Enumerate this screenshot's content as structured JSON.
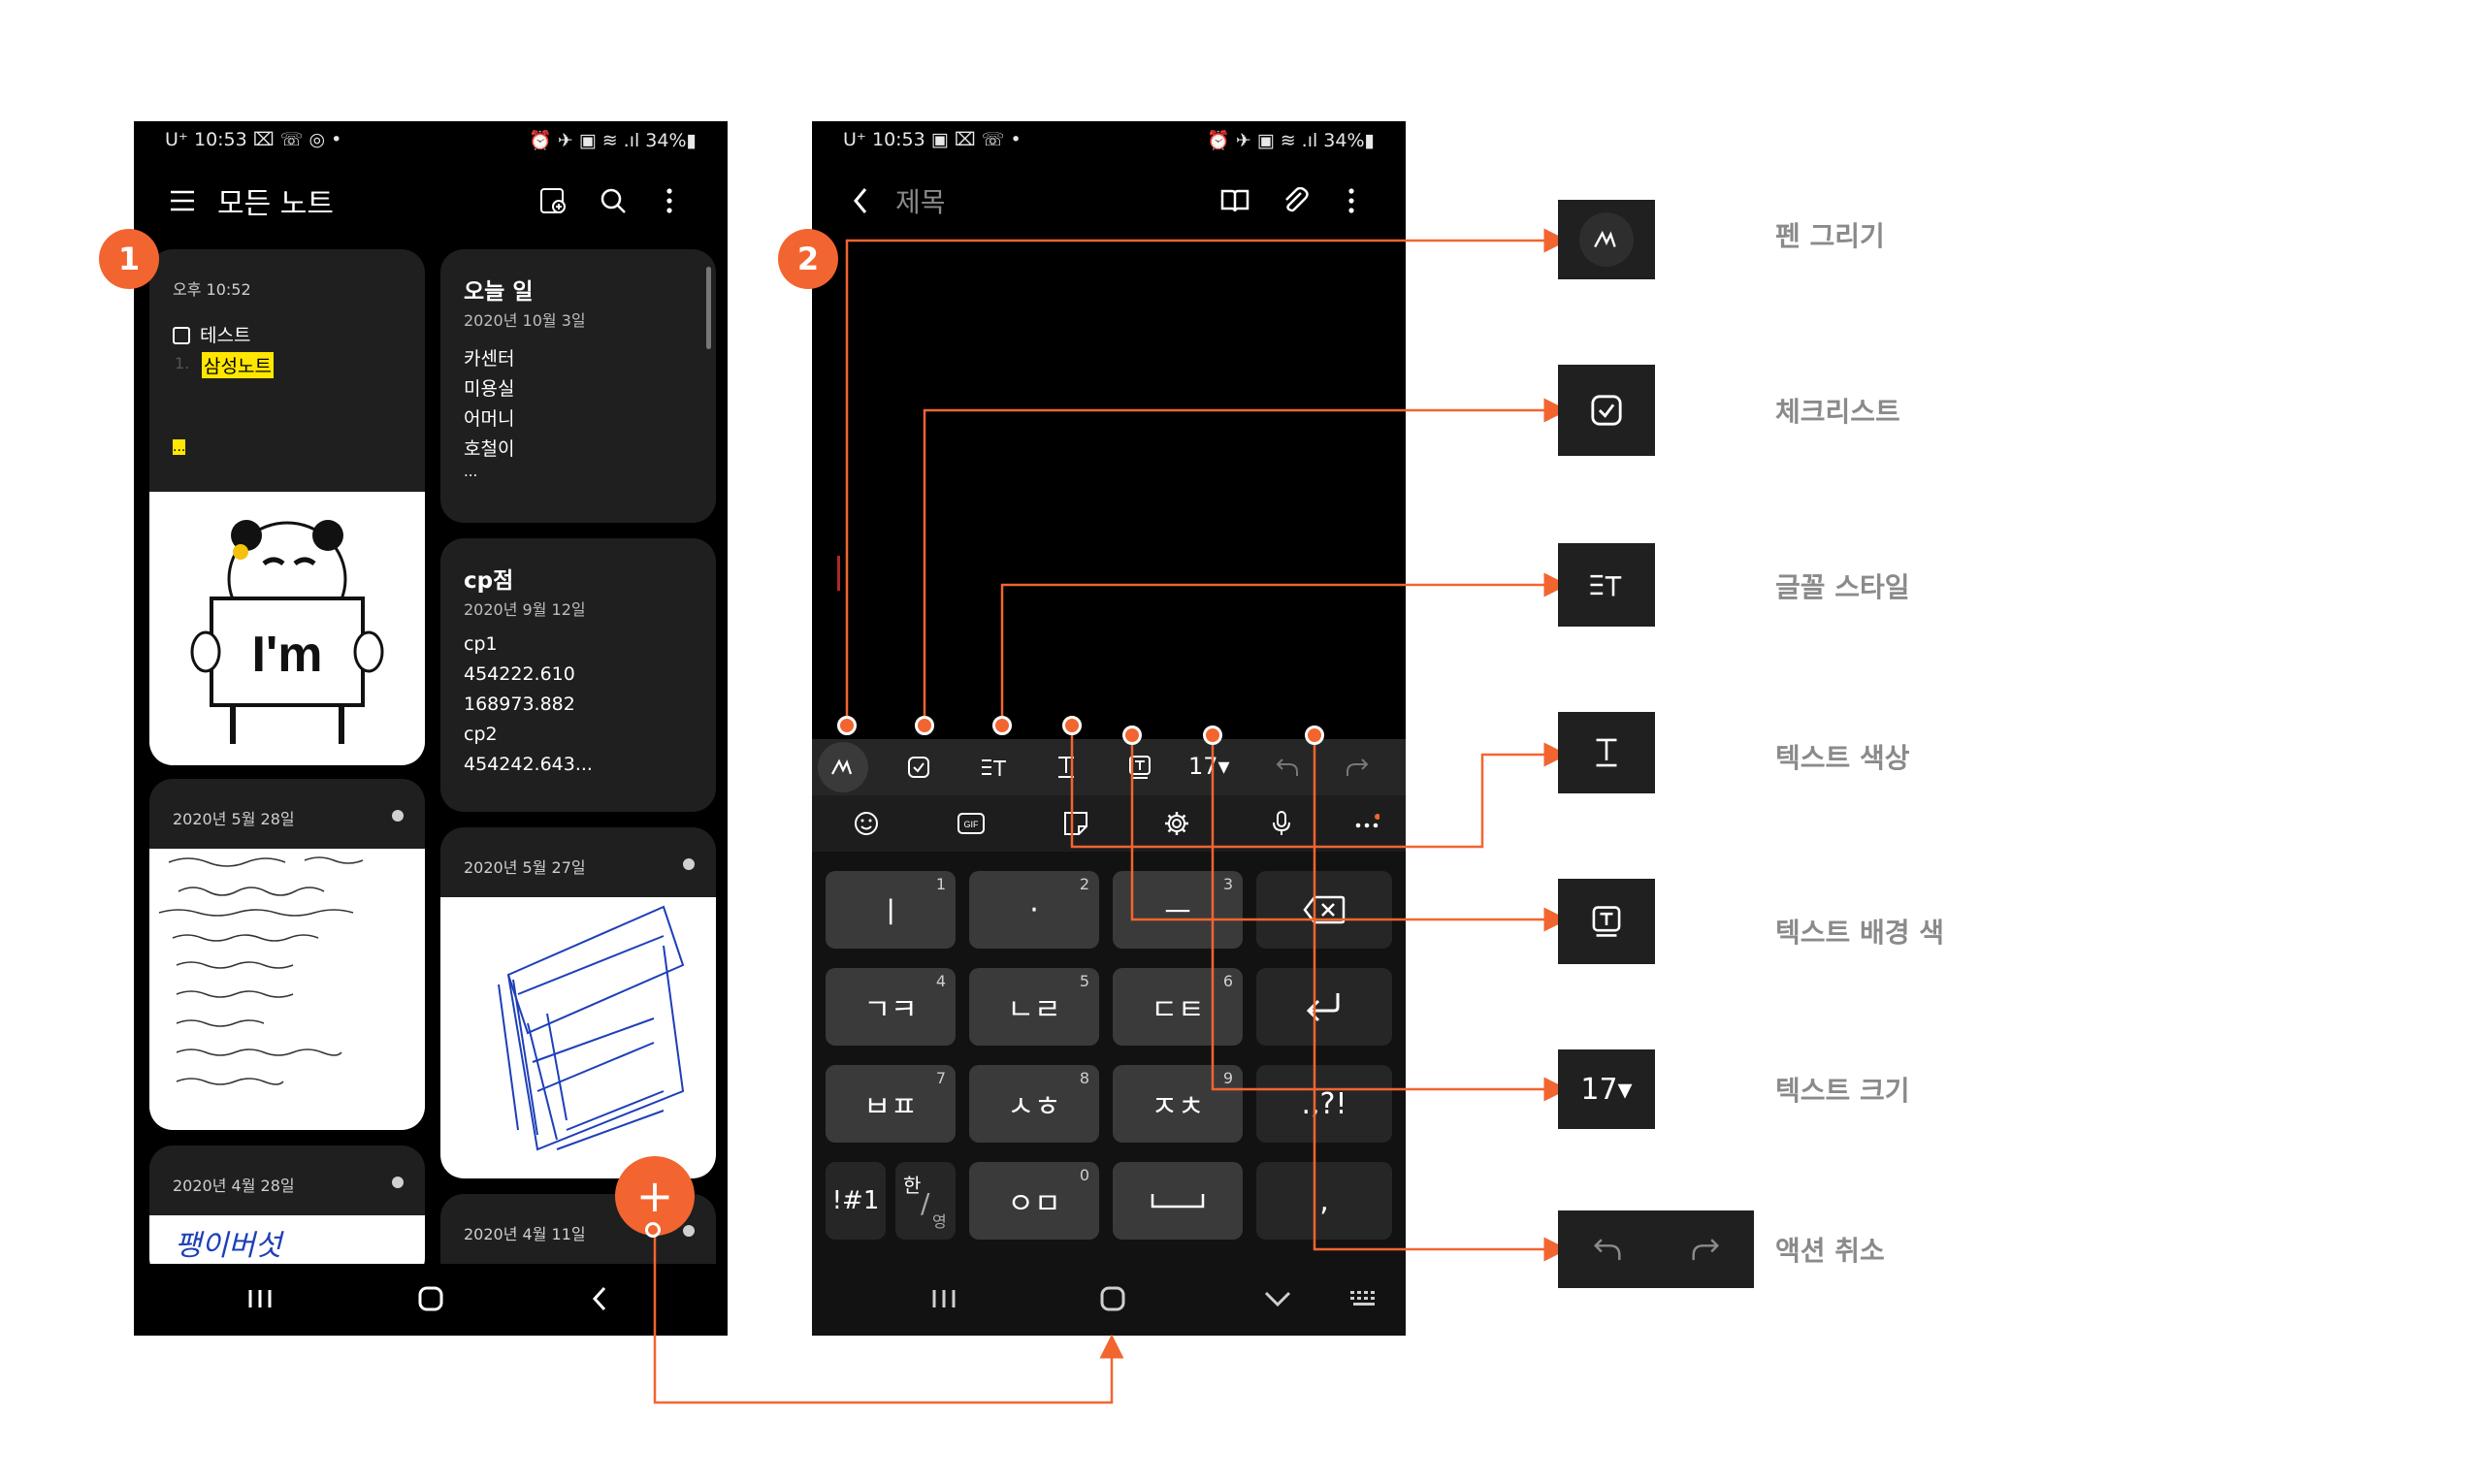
{
  "phone1": {
    "status": {
      "left": "U⁺ 10:53 ⌧ ☏ ◎ •",
      "right": "⏰ ✈ ▣ ≋ .ıl 34%▮"
    },
    "header": {
      "title": "모든 노트"
    },
    "badge": "1",
    "cards": {
      "c1": {
        "date": "오후 10:52",
        "check_item": "테스트",
        "item2_num": "1.",
        "item2": "삼성노트",
        "ellipsis": "..."
      },
      "c2": {
        "title": "오늘 일",
        "date": "2020년 10월 3일",
        "lines": [
          "카센터",
          "미용실",
          "어머니",
          "호철이",
          "..."
        ]
      },
      "c3": {
        "title": "cp점",
        "date": "2020년 9월 12일",
        "lines": [
          "cp1",
          "454222.610",
          "168973.882",
          "cp2",
          "454242.643..."
        ]
      },
      "c4": {
        "date": "2020년 5월 28일"
      },
      "c5": {
        "date": "2020년 5월 27일"
      },
      "c6": {
        "date": "2020년 4월 28일",
        "preview": "팽이버섯"
      },
      "c7": {
        "date": "2020년 4월 11일"
      }
    },
    "sticker_text": "I'm",
    "fab": "+"
  },
  "phone2": {
    "status": {
      "left": "U⁺ 10:53 ▣ ⌧ ☏ •",
      "right": "⏰ ✈ ▣ ≋ .ıl 34%▮"
    },
    "header": {
      "title_placeholder": "제목"
    },
    "badge": "2",
    "toolbar": {
      "size": "17▾"
    },
    "keys": {
      "k1": {
        "label": "ㅣ",
        "num": "1"
      },
      "k2": {
        "label": "·",
        "num": "2"
      },
      "k3": {
        "label": "ㅡ",
        "num": "3"
      },
      "k4": {
        "label": "ㄱㅋ",
        "num": "4"
      },
      "k5": {
        "label": "ㄴㄹ",
        "num": "5"
      },
      "k6": {
        "label": "ㄷㅌ",
        "num": "6"
      },
      "k7": {
        "label": "ㅂㅍ",
        "num": "7"
      },
      "k8": {
        "label": "ㅅㅎ",
        "num": "8"
      },
      "k9": {
        "label": "ㅈㅊ",
        "num": "9"
      },
      "k0": {
        "label": "ㅇㅁ",
        "num": "0"
      },
      "punct": ".,?!",
      "sym": "!#1",
      "lang_top": "한",
      "lang_bottom": "영",
      "comma": ","
    }
  },
  "legend": {
    "pen": "펜 그리기",
    "checklist": "체크리스트",
    "font_style": "글꼴 스타일",
    "text_color": "텍스트 색상",
    "text_bg": "텍스트 배경 색",
    "text_size": "텍스트 크기",
    "text_size_value": "17▾",
    "undo": "액션 취소"
  },
  "colors": {
    "accent": "#f26530",
    "highlight": "#ffe600",
    "phone_bg": "#000000",
    "card_bg": "#1f1f1f"
  }
}
